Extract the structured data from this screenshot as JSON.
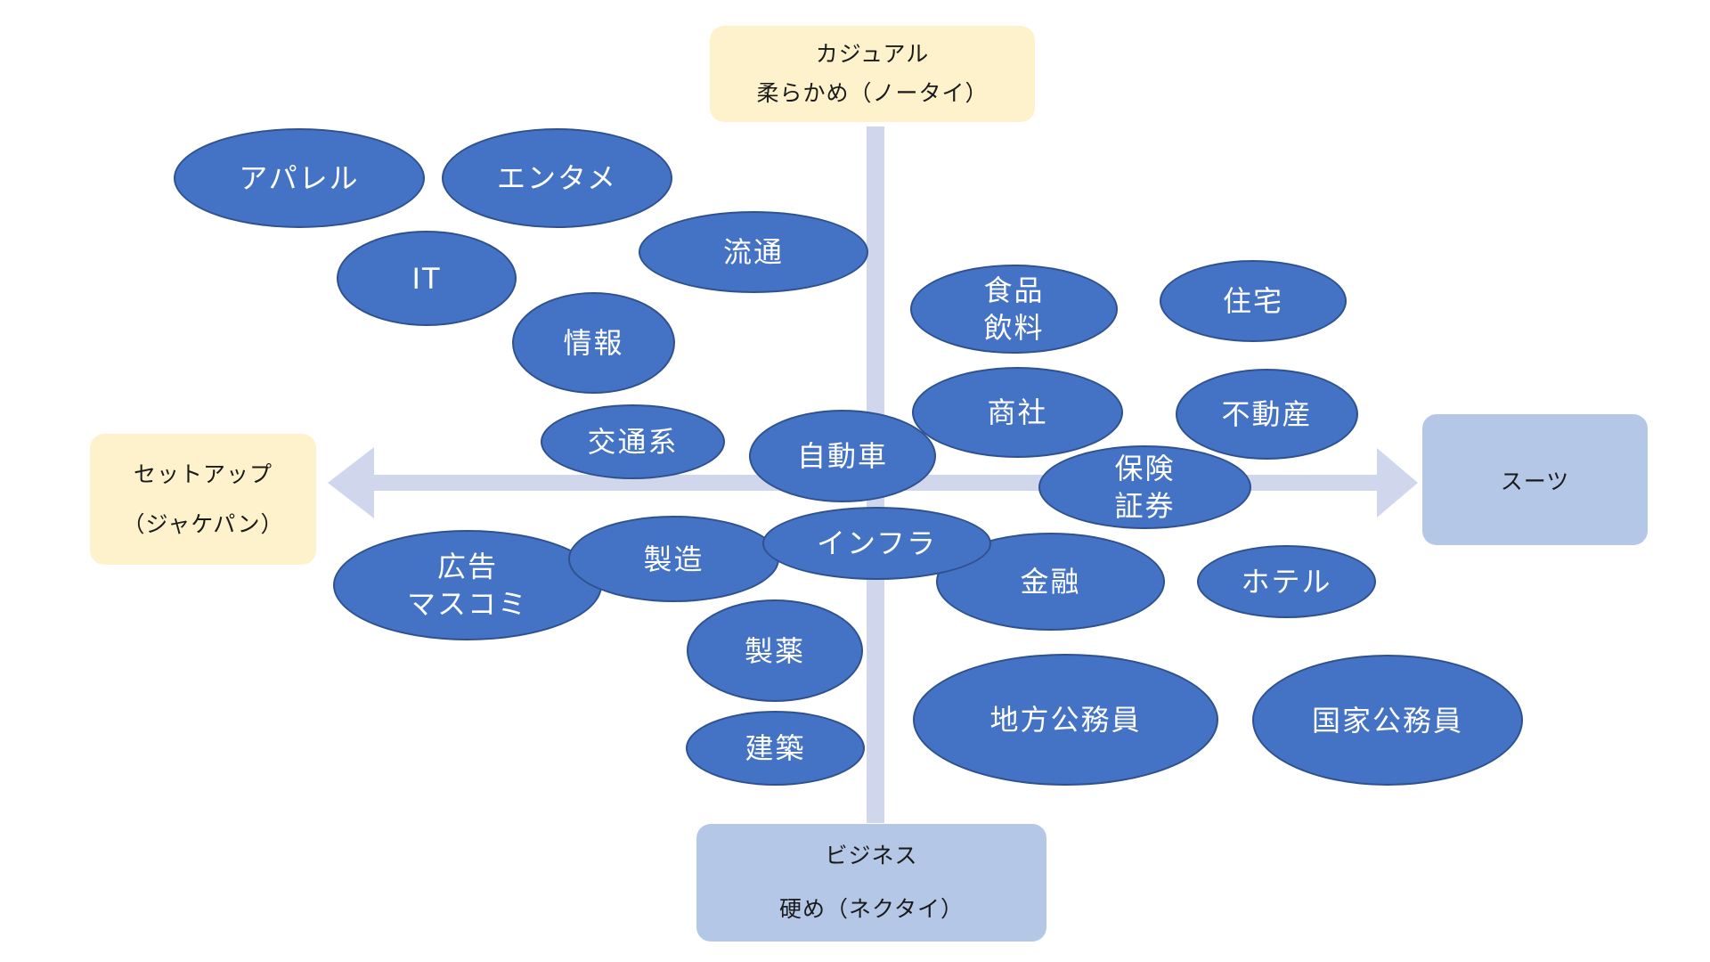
{
  "axes": {
    "top": {
      "line1": "カジュアル",
      "line2": "柔らかめ（ノータイ）"
    },
    "left": {
      "line1": "セットアップ",
      "line2": "（ジャケパン）"
    },
    "right": {
      "line1": "スーツ"
    },
    "bottom": {
      "line1": "ビジネス",
      "line2": "硬め（ネクタイ）"
    }
  },
  "colors": {
    "node_fill": "#4472c4",
    "node_border": "#2f528f",
    "axis_line": "#d0d7ec",
    "label_yellow": "#fef2cc",
    "label_blue": "#b4c7e7"
  },
  "industries": [
    {
      "id": "apparel",
      "lines": [
        "アパレル"
      ]
    },
    {
      "id": "entame",
      "lines": [
        "エンタメ"
      ]
    },
    {
      "id": "it",
      "lines": [
        "IT"
      ]
    },
    {
      "id": "ryutsu",
      "lines": [
        "流通"
      ]
    },
    {
      "id": "joho",
      "lines": [
        "情報"
      ]
    },
    {
      "id": "shokuhin",
      "lines": [
        "食品",
        "飲料"
      ]
    },
    {
      "id": "jutaku",
      "lines": [
        "住宅"
      ]
    },
    {
      "id": "kotsu",
      "lines": [
        "交通系"
      ]
    },
    {
      "id": "jidosha",
      "lines": [
        "自動車"
      ]
    },
    {
      "id": "shosha",
      "lines": [
        "商社"
      ]
    },
    {
      "id": "fudosan",
      "lines": [
        "不動産"
      ]
    },
    {
      "id": "hoken",
      "lines": [
        "保険",
        "証券"
      ]
    },
    {
      "id": "kokoku",
      "lines": [
        "広告",
        "マスコミ"
      ]
    },
    {
      "id": "seizo",
      "lines": [
        "製造"
      ]
    },
    {
      "id": "infra",
      "lines": [
        "インフラ"
      ]
    },
    {
      "id": "kinyu",
      "lines": [
        "金融"
      ]
    },
    {
      "id": "hotel",
      "lines": [
        "ホテル"
      ]
    },
    {
      "id": "seiyaku",
      "lines": [
        "製薬"
      ]
    },
    {
      "id": "chiho",
      "lines": [
        "地方公務員"
      ]
    },
    {
      "id": "kokka",
      "lines": [
        "国家公務員"
      ]
    },
    {
      "id": "kenchiku",
      "lines": [
        "建築"
      ]
    }
  ]
}
